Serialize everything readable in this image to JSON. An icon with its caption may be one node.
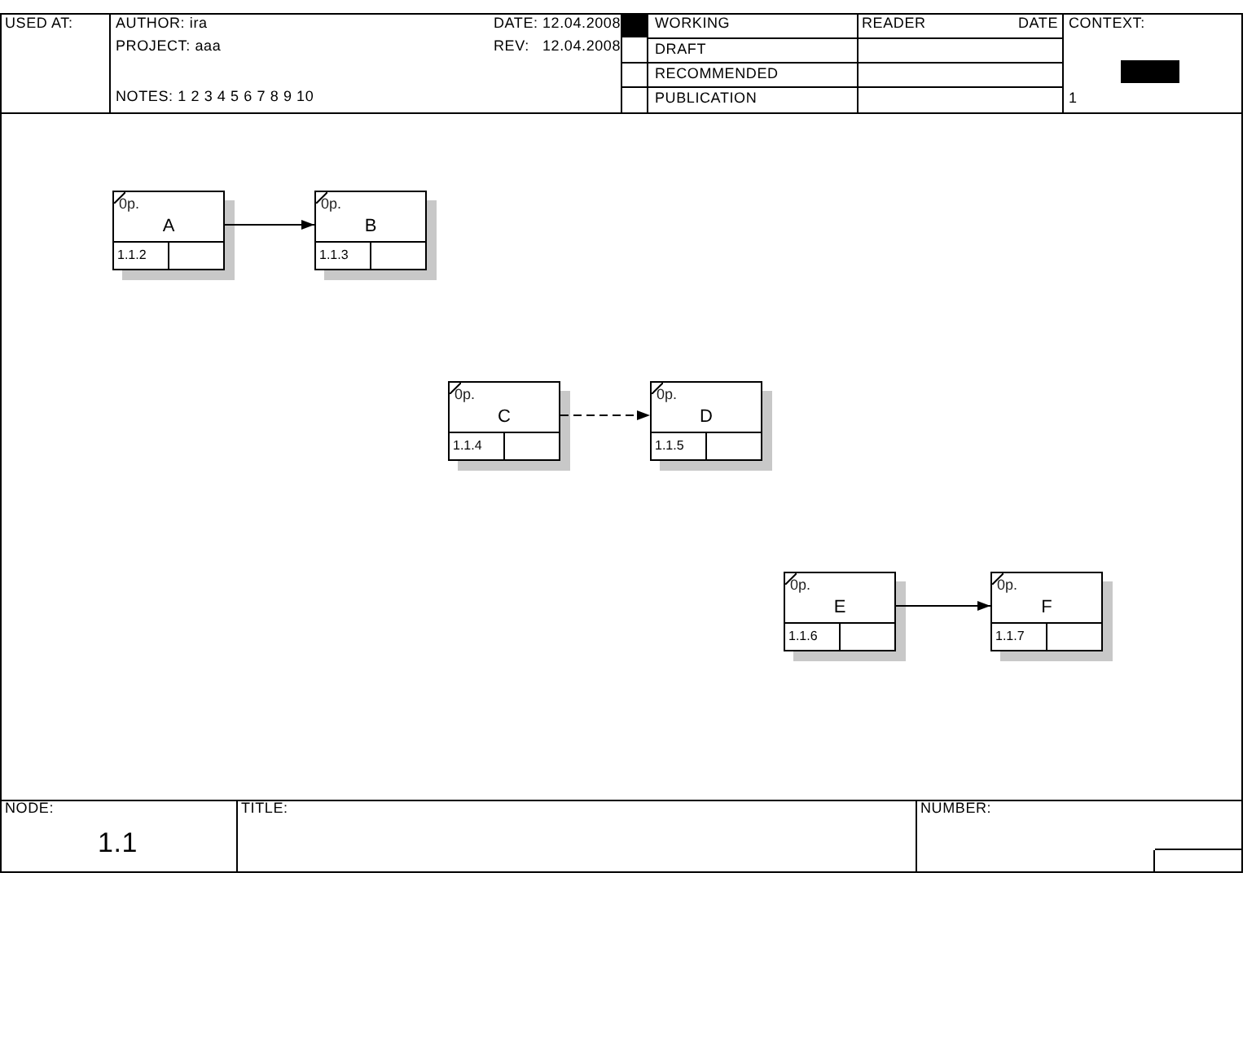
{
  "diagram": {
    "nodes": [
      {
        "text": [
          "0p.",
          "A",
          "1.1.2"
        ]
      },
      {
        "text": [
          "0p.",
          "B",
          "1.1.3"
        ]
      },
      {
        "text": [
          "0p.",
          "C",
          "1.1.4"
        ]
      },
      {
        "text": [
          "0p.",
          "D",
          "1.1.5"
        ]
      },
      {
        "text": [
          "0p.",
          "E",
          "1.1.6"
        ]
      },
      {
        "text": [
          "0p.",
          "F",
          "1.1.7"
        ]
      }
    ],
    "edges": [
      {
        "from": 0,
        "to": 1,
        "arrow": "to"
      },
      {
        "from": 2,
        "to": 3,
        "arrow": "to",
        "style": "dashed"
      },
      {
        "from": 4,
        "to": 5,
        "arrow": "to"
      }
    ],
    "labels": [
      "USED AT:",
      "AUTHOR: ira",
      "DATE:",
      "12.04.2008",
      "WORKING",
      "READER",
      "DATE",
      "CONTEXT:",
      "PROJECT: aaa",
      "REV:",
      "12.04.2008",
      "DRAFT",
      "RECOMMENDED",
      "NOTES: 1 2 3 4 5 6 7 8 9 10",
      "PUBLICATION",
      "1",
      "NODE:",
      "1.1",
      "TITLE:",
      "NUMBER:"
    ]
  }
}
